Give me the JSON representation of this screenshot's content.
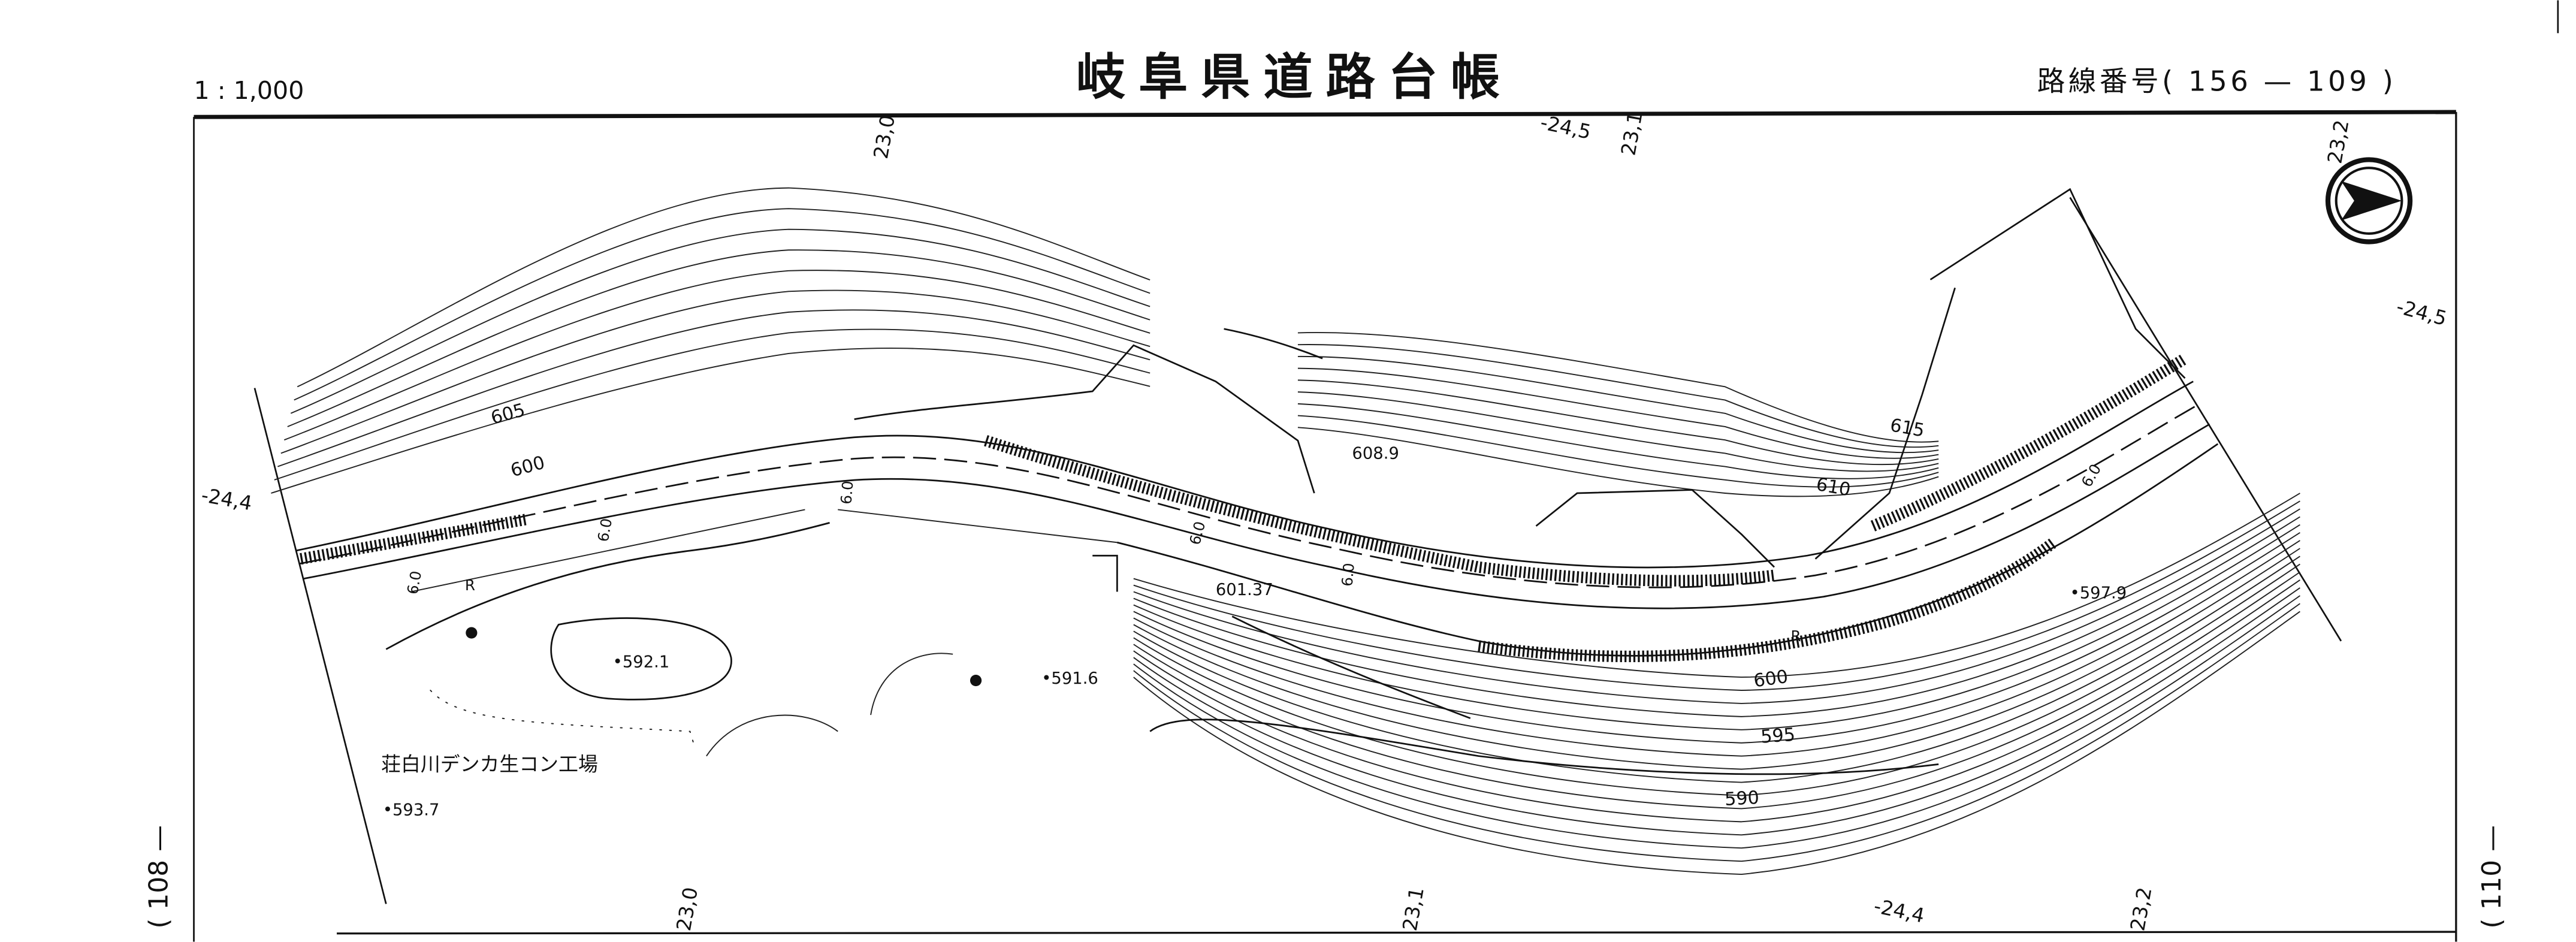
{
  "header": {
    "scale": "1 : 1,000",
    "title": "岐阜県道路台帳",
    "route_number": "路線番号(  156 — 109  )"
  },
  "sheet_links": {
    "left": "( 108 —",
    "right": "( 110 —"
  },
  "grid_labels": {
    "top": [
      "23,0",
      "-24,5",
      "23,1",
      "23,2"
    ],
    "bottom": [
      "23,0",
      "23,1",
      "-24,4",
      "23,2"
    ],
    "left": "-24,4",
    "right": "-24,5"
  },
  "contour_labels": [
    "605",
    "600",
    "615",
    "610",
    "600",
    "595",
    "590"
  ],
  "spot_heights": [
    "608.9",
    "•592.1",
    "•591.6",
    "601.37",
    "•597.9",
    "•593.7"
  ],
  "road_widths": [
    "6.0",
    "6.0",
    "6.0",
    "6.0",
    "6.0",
    "6.0"
  ],
  "curve_marks": [
    "R",
    "R"
  ],
  "place_label": "荘白川デンカ生コン工場",
  "north_arrow": "north-arrow"
}
